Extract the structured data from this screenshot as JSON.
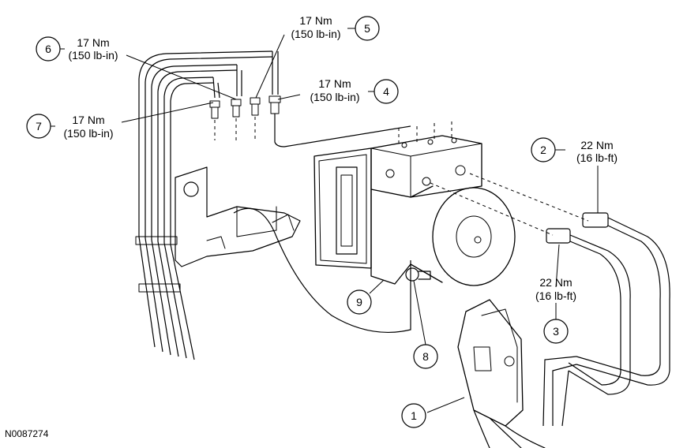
{
  "figure_id": "N0087274",
  "callouts": [
    {
      "number": "1"
    },
    {
      "number": "2",
      "torque_nm": "22 Nm",
      "torque_imperial": "(16 lb-ft)"
    },
    {
      "number": "3",
      "torque_nm": "22 Nm",
      "torque_imperial": "(16 lb-ft)"
    },
    {
      "number": "4",
      "torque_nm": "17 Nm",
      "torque_imperial": "(150 lb-in)"
    },
    {
      "number": "5",
      "torque_nm": "17 Nm",
      "torque_imperial": "(150 lb-in)"
    },
    {
      "number": "6",
      "torque_nm": "17 Nm",
      "torque_imperial": "(150 lb-in)"
    },
    {
      "number": "7",
      "torque_nm": "17 Nm",
      "torque_imperial": "(150 lb-in)"
    },
    {
      "number": "8"
    },
    {
      "number": "9"
    }
  ]
}
